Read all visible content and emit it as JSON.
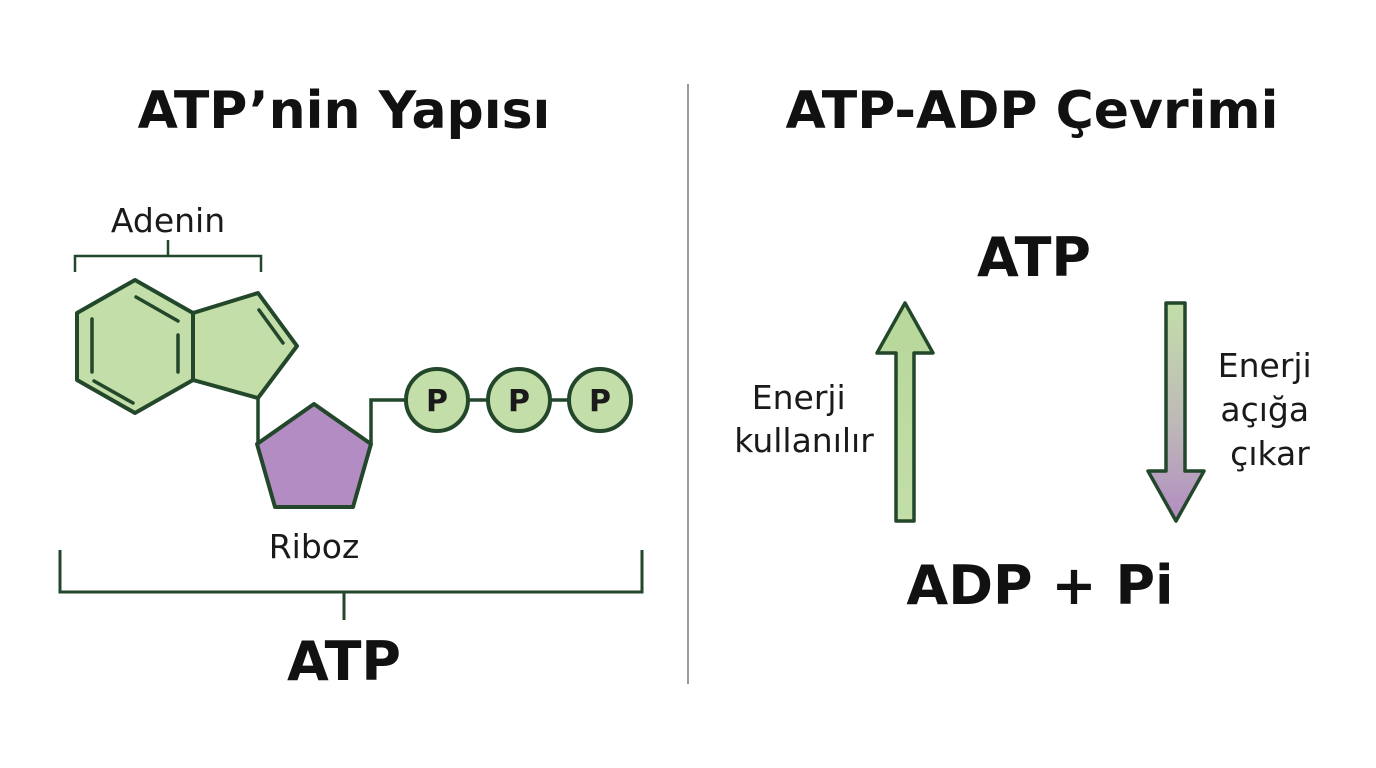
{
  "left": {
    "title": "ATP’nin Yapısı",
    "adenine_label": "Adenin",
    "ribose_label": "Riboz",
    "phosphate_label": "P",
    "molecule_label": "ATP"
  },
  "right": {
    "title": "ATP-ADP Çevrimi",
    "top_label": "ATP",
    "bottom_label": "ADP + Pi",
    "up_arrow_text": [
      "Enerji",
      "kullanılır"
    ],
    "down_arrow_text": [
      "Enerji",
      "açığa",
      "çıkar"
    ]
  },
  "colors": {
    "outline": "#22472a",
    "green_fill": "#c3dea8",
    "purple_fill": "#b28cc2",
    "divider": "#9a9a9a"
  }
}
